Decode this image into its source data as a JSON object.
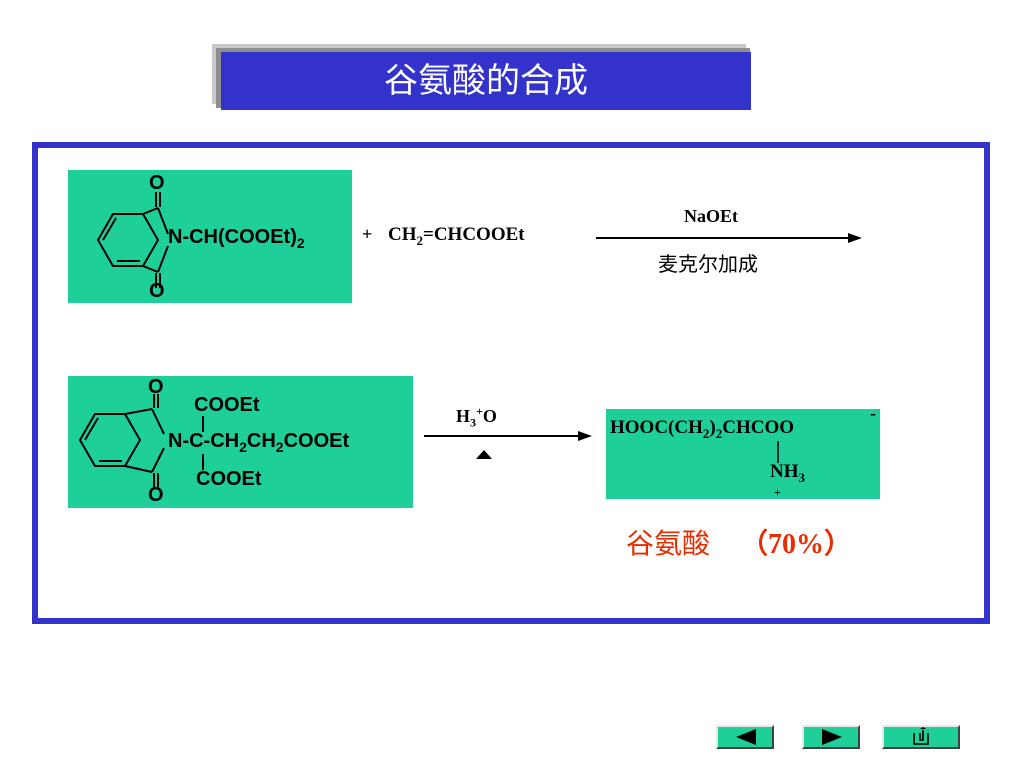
{
  "slide": {
    "title": "谷氨酸的合成"
  },
  "reaction1": {
    "reagent_label": "N-CH(COOEt)",
    "reagent_sub": "2",
    "oxygen_top": "O",
    "oxygen_bottom": "O",
    "plus": "+",
    "acrylate_pre": "CH",
    "acrylate_sub": "2",
    "acrylate_post": "=CHCOOEt",
    "condition_above": "NaOEt",
    "condition_below": "麦克尔加成"
  },
  "reaction2": {
    "oxygen_top": "O",
    "oxygen_bottom": "O",
    "top_substituent": "COOEt",
    "chain_pre": "N-C-CH",
    "chain_sub1": "2",
    "chain_mid": "CH",
    "chain_sub2": "2",
    "chain_post": "COOEt",
    "bottom_substituent": "COOEt",
    "reagent_pre": "H",
    "reagent_sub": "3",
    "reagent_sup": "+",
    "reagent_post": "O",
    "product_pre": "HOOC(CH",
    "product_sub1": "2",
    "product_mid": ")",
    "product_sub2": "2",
    "product_post": "CHCOO",
    "product_charge_neg": "-",
    "amine_pre": "NH",
    "amine_sub": "3",
    "amine_charge_pos": "+",
    "product_name": "谷氨酸",
    "yield_text": "（70%）"
  },
  "colors": {
    "title_bg": "#3333cc",
    "frame_border": "#3333cc",
    "box_green": "#1fcf9a",
    "accent_red": "#e62e00"
  },
  "navigation": {
    "prev_icon": "triangle-left-icon",
    "next_icon": "triangle-right-icon",
    "return_icon": "return-arrow-icon"
  }
}
